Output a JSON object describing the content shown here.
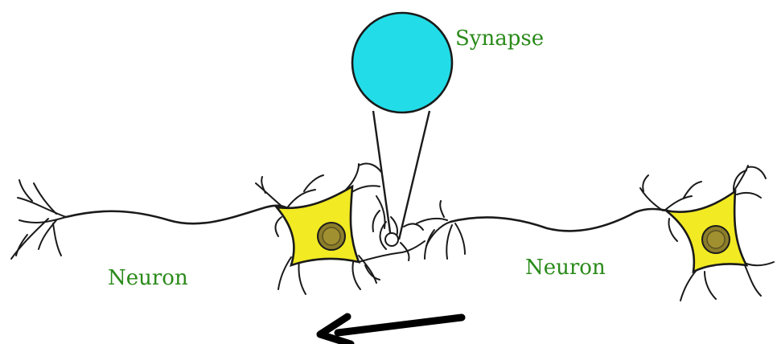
{
  "labels": {
    "synapse": "Synapse",
    "neuron_left": "Neuron",
    "neuron_right": "Neuron"
  },
  "colors": {
    "label_text": "#2a8a1a",
    "synapse_bulb": "#22dde8",
    "soma_fill": "#f2ea22",
    "nucleus_fill": "#8b7d2a",
    "outline": "#1a1a1a"
  },
  "icons": {
    "direction_arrow": "arrow-left-icon"
  }
}
